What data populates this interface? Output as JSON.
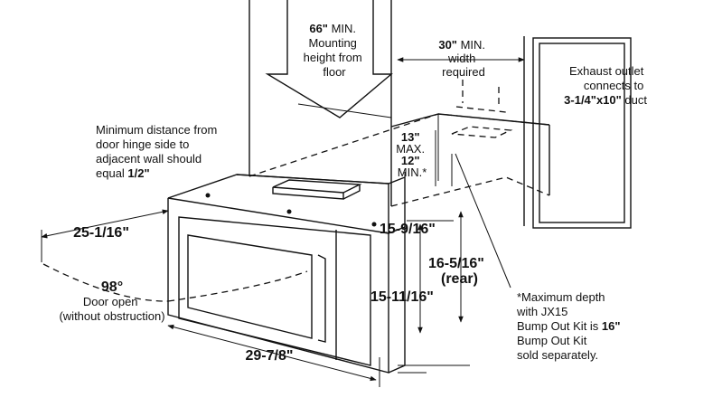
{
  "labels": {
    "mount_value": "66\"",
    "mount_l1": " MIN.",
    "mount_l2": "Mounting",
    "mount_l3": "height from",
    "mount_l4": "floor",
    "width_value": "30\"",
    "width_l1": " MIN.",
    "width_l2": "width",
    "width_l3": "required",
    "exhaust_l1": "Exhaust outlet",
    "exhaust_l2": "connects to",
    "exhaust_value": "3-1/4\"x10\"",
    "exhaust_suffix": " duct",
    "hinge_l1": "Minimum distance from",
    "hinge_l2": "door hinge side to",
    "hinge_l3": "adjacent wall should",
    "hinge_l4": "equal ",
    "hinge_value": "1/2\"",
    "gap_max_value": "13\"",
    "gap_max": "MAX.",
    "gap_min_value": "12\"",
    "gap_min": "MIN.*",
    "depth_top": "25-1/16\"",
    "angle": "98°",
    "door_l1": "Door open",
    "door_l2": "(without obstruction)",
    "depth_side": "15-9/16\"",
    "rear_height": "16-5/16\"",
    "rear_label": "(rear)",
    "front_height": "15-11/16\"",
    "width_bottom": "29-7/8\"",
    "note_l1": "*Maximum depth",
    "note_l2": "with JX15",
    "note_l3": "Bump Out Kit is ",
    "note_value": "16\"",
    "note_l4": "Bump Out Kit",
    "note_l5": "sold separately."
  }
}
